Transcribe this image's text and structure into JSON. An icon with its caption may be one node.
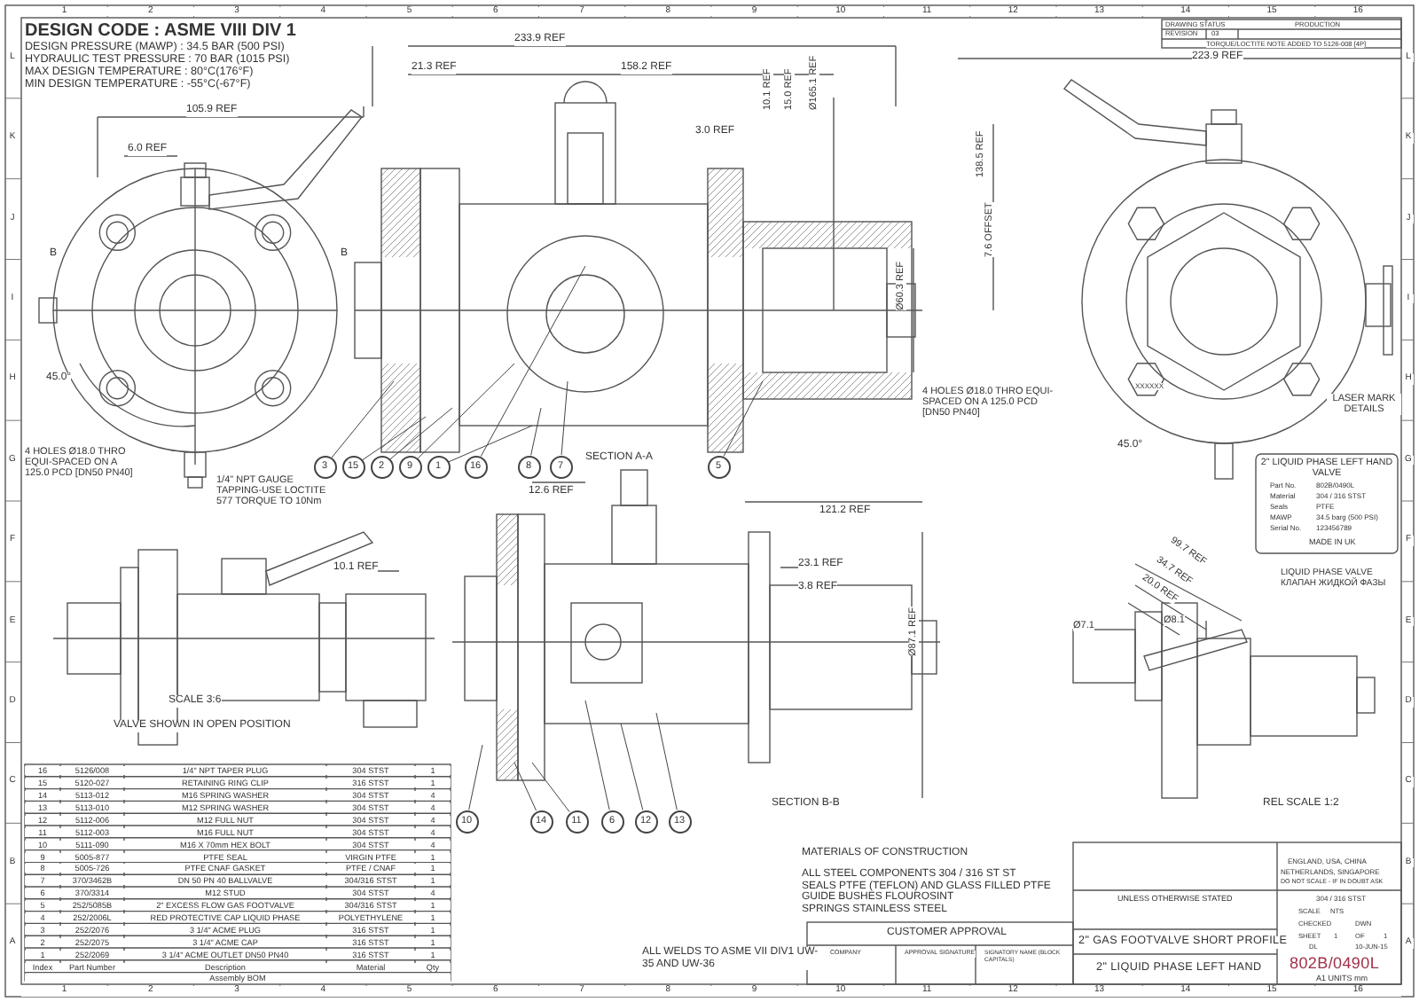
{
  "diagram": {
    "nodes": [
      {
        "text": [
          "3"
        ]
      },
      {
        "text": [
          "15"
        ]
      },
      {
        "text": [
          "2"
        ]
      },
      {
        "text": [
          "9"
        ]
      },
      {
        "text": [
          "1"
        ]
      },
      {
        "text": [
          "16"
        ]
      },
      {
        "text": [
          "8"
        ]
      },
      {
        "text": [
          "7"
        ]
      },
      {
        "text": [
          "5"
        ]
      },
      {
        "text": [
          "10"
        ]
      },
      {
        "text": [
          "14"
        ]
      },
      {
        "text": [
          "11"
        ]
      },
      {
        "text": [
          "6"
        ]
      },
      {
        "text": [
          "12"
        ]
      },
      {
        "text": [
          "13"
        ]
      }
    ],
    "edges": [
      {
        "from": 0,
        "to": null,
        "arrow": "none"
      },
      {
        "from": 1,
        "to": null,
        "arrow": "none"
      },
      {
        "from": 2,
        "to": null,
        "arrow": "none"
      },
      {
        "from": 3,
        "to": null,
        "arrow": "none"
      },
      {
        "from": 4,
        "to": null,
        "arrow": "none"
      },
      {
        "from": 5,
        "to": null,
        "arrow": "none"
      },
      {
        "from": 6,
        "to": null,
        "arrow": "none"
      },
      {
        "from": 7,
        "to": null,
        "arrow": "none"
      },
      {
        "from": 8,
        "to": null,
        "arrow": "none"
      },
      {
        "from": 9,
        "to": null,
        "arrow": "none"
      },
      {
        "from": 10,
        "to": null,
        "arrow": "none"
      },
      {
        "from": 11,
        "to": null,
        "arrow": "none"
      },
      {
        "from": 12,
        "to": null,
        "arrow": "none"
      },
      {
        "from": 13,
        "to": null,
        "arrow": "none"
      },
      {
        "from": 14,
        "to": null,
        "arrow": "none"
      }
    ],
    "labels": [
      "DESIGN CODE : ASME VIII DIV 1",
      "DESIGN PRESSURE (MAWP) : 34.5 BAR (500 PSI)",
      "HYDRAULIC TEST PRESSURE : 70 BAR (1015 PSI)",
      "MAX DESIGN TEMPERATURE : 80°C(176°F)",
      "MIN DESIGN TEMPERATURE : -55°C(-67°F)",
      "DRAWING STATUS",
      "PRODUCTION",
      "REVISION",
      "03",
      "TORQUE/LOCTITE NOTE ADDED TO 5126-008 [4P]",
      "233.9 REF",
      "21.3 REF",
      "158.2 REF",
      "223.9 REF",
      "105.9 REF",
      "6.0 REF",
      "3.0 REF",
      "10.1 REF",
      "15.0 REF",
      "Ø165.1 REF",
      "138.5 REF",
      "Ø60.3 REF",
      "7.6 OFFSET",
      "45.0°",
      "4 HOLES Ø18.0 THRO EQUI-SPACED ON A 125.0 PCD [DN50 PN40]",
      "1/4\" NPT GAUGE TAPPING-USE LOCTITE 577 TORQUE TO 10Nm",
      "4 HOLES Ø18.0 THRO EQUI-SPACED ON A 125.0 PCD [DN50 PN40]",
      "SECTION A-A",
      "12.6 REF",
      "121.2 REF",
      "45.0°",
      "XXXXXX",
      "LASER MARK DETAILS",
      "2\" LIQUID PHASE LEFT HAND VALVE",
      "Part No.",
      "802B/0490L",
      "Material",
      "304 / 316 STST",
      "Seals",
      "PTFE",
      "MAWP",
      "34.5 barg (500 PSI)",
      "Serial No.",
      "123456789",
      "MADE IN UK",
      "LIQUID PHASE VALVE",
      "КЛАПАН ЖИДКОЙ ФАЗЫ",
      "23.1 REF",
      "3.8 REF",
      "10.1 REF",
      "99.7 REF",
      "34.7 REF",
      "20.0 REF",
      "Ø8.1",
      "Ø7.1",
      "SCALE 3:6",
      "VALVE SHOWN IN OPEN POSITION",
      "Ø87.1 REF",
      "SECTION B-B",
      "REL SCALE 1:2",
      "MATERIALS OF CONSTRUCTION",
      "ALL STEEL COMPONENTS 304 / 316 ST ST",
      "SEALS PTFE (TEFLON) AND GLASS FILLED PTFE",
      "GUIDE BUSHES FLOUROSINT",
      "SPRINGS STAINLESS STEEL",
      "ALL WELDS TO ASME VII DIV1 UW-35 AND UW-36",
      "CUSTOMER APPROVAL",
      "COMPANY",
      "APPROVAL SIGNATURE",
      "SIGNATORY NAME (BLOCK CAPITALS)",
      "ENGLAND, USA, CHINA",
      "NETHERLANDS, SINGAPORE",
      "UNLESS OTHERWISE STATED",
      "DO NOT SCALE - IF IN DOUBT ASK",
      "304 / 316 STST",
      "SCALE",
      "NTS",
      "CHECKED",
      "DWN",
      "SHEET",
      "1",
      "OF",
      "1",
      "DL",
      "10-JUN-15",
      "2\" GAS FOOTVALVE SHORT PROFILE",
      "2\" LIQUID PHASE LEFT HAND",
      "802B/0490L",
      "A1 UNITS mm",
      "B",
      "B",
      "16",
      "5126/008",
      "1/4\" NPT TAPER PLUG",
      "304 STST",
      "1",
      "15",
      "5120-027",
      "RETAINING RING CLIP",
      "316 STST",
      "1",
      "14",
      "5113-012",
      "M16 SPRING WASHER",
      "304 STST",
      "4",
      "13",
      "5113-010",
      "M12 SPRING WASHER",
      "304 STST",
      "4",
      "12",
      "5112-006",
      "M12 FULL NUT",
      "304 STST",
      "4",
      "11",
      "5112-003",
      "M16 FULL NUT",
      "304 STST",
      "4",
      "10",
      "5111-090",
      "M16 X 70mm HEX BOLT",
      "304 STST",
      "4",
      "9",
      "5005-877",
      "PTFE SEAL",
      "VIRGIN PTFE",
      "1",
      "8",
      "5005-726",
      "PTFE CNAF GASKET",
      "PTFE / CNAF",
      "1",
      "7",
      "370/3462B",
      "DN 50 PN 40 BALLVALVE",
      "304/316 STST",
      "1",
      "6",
      "370/3314",
      "M12 STUD",
      "304 STST",
      "4",
      "5",
      "252/5085B",
      "2\" EXCESS FLOW GAS FOOTVALVE",
      "304/316 STST",
      "1",
      "4",
      "252/2006L",
      "RED PROTECTIVE CAP LIQUID PHASE",
      "POLYETHYLENE",
      "1",
      "3",
      "252/2076",
      "3 1/4\" ACME PLUG",
      "316 STST",
      "1",
      "2",
      "252/2075",
      "3 1/4\" ACME CAP",
      "316 STST",
      "1",
      "1",
      "252/2069",
      "3 1/4\" ACME OUTLET DN50 PN40",
      "316 STST",
      "1",
      "Index",
      "Part Number",
      "Description",
      "Material",
      "Qty",
      "Assembly BOM",
      "1",
      "2",
      "3",
      "4",
      "5",
      "6",
      "7",
      "8",
      "9",
      "10",
      "11",
      "12",
      "13",
      "14",
      "15",
      "16",
      "1",
      "2",
      "3",
      "4",
      "5",
      "6",
      "7",
      "8",
      "9",
      "10",
      "11",
      "12",
      "13",
      "14",
      "15",
      "16",
      "L",
      "K",
      "J",
      "I",
      "H",
      "G",
      "F",
      "E",
      "D",
      "C",
      "B",
      "A",
      "L",
      "K",
      "J",
      "I",
      "H",
      "G",
      "F",
      "E",
      "D",
      "C",
      "B",
      "A"
    ]
  }
}
